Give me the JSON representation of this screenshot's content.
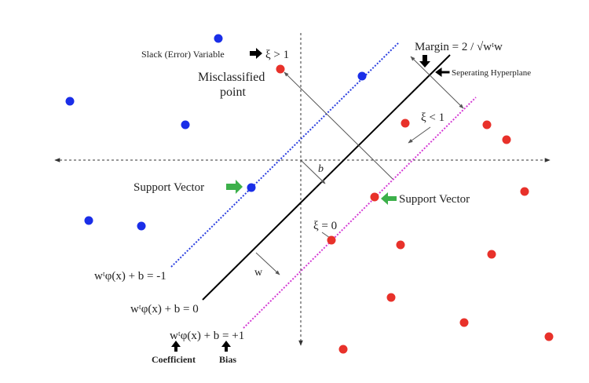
{
  "labels": {
    "slack_variable": "Slack (Error) Variable",
    "xi_gt_1": "ξ > 1",
    "margin": "Margin = 2 / √wᵗw",
    "separating_hyperplane": "Seperating Hyperplane",
    "misclassified_1": "Misclassified",
    "misclassified_2": "point",
    "xi_lt_1": "ξ < 1",
    "support_vector_left": "Support Vector",
    "support_vector_right": "Support Vector",
    "b": "b",
    "xi_eq_0": "ξ = 0",
    "w": "w",
    "eq_minus1": "wᵗφ(x) + b = -1",
    "eq_zero": "wᵗφ(x) + b = 0",
    "eq_plus1": "wᵗφ(x) + b = +1",
    "coefficient": "Coefficient",
    "bias": "Bias"
  },
  "colors": {
    "blue_point": "#1a2ee8",
    "red_point": "#e8312a",
    "blue_margin_line": "#2b3fe0",
    "magenta_margin_line": "#d43ad4",
    "hyperplane": "#000000",
    "axes": "#333333",
    "green_arrow": "#3cb04a"
  }
}
